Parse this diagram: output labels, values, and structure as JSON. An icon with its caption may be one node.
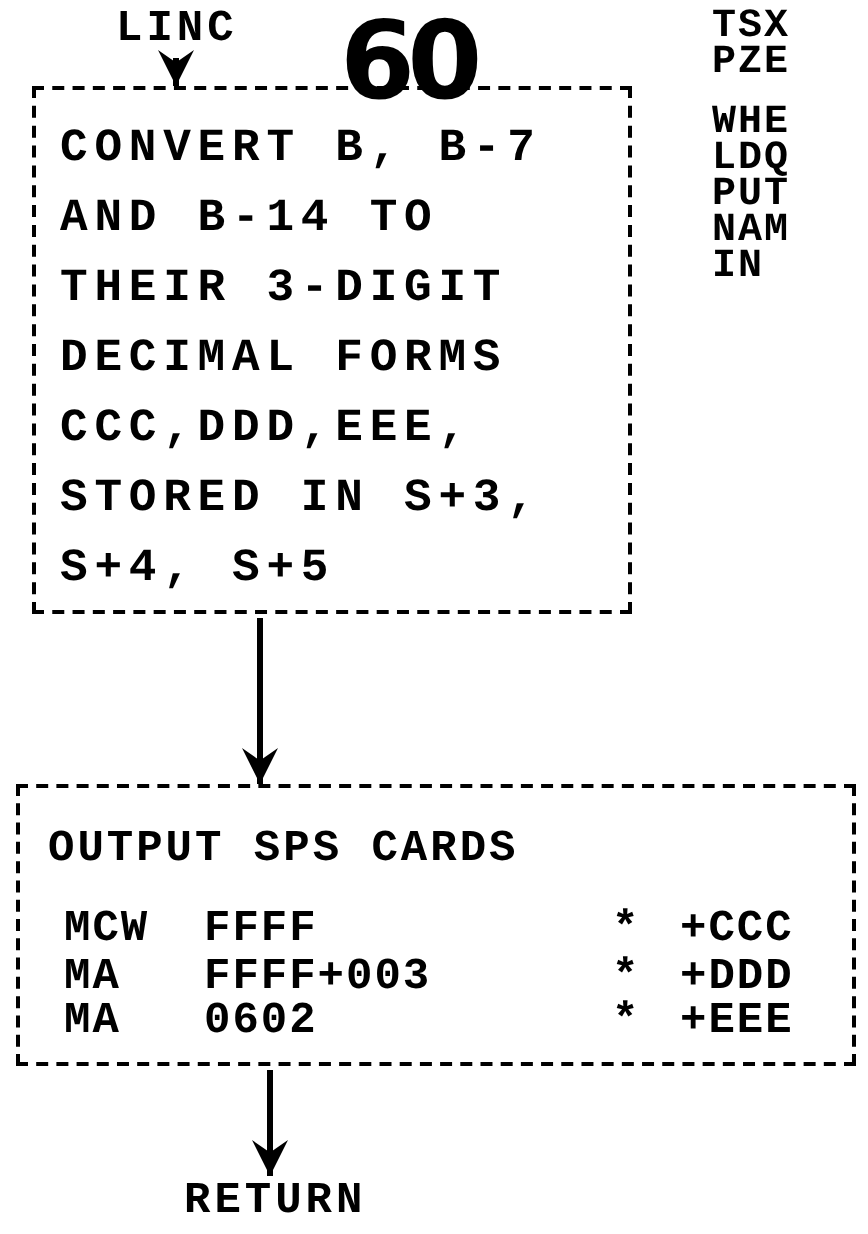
{
  "diagram": {
    "nodes": [
      {
        "text": [
          "LINC"
        ]
      },
      {
        "text": [
          "CONVERT B, B-7 AND B-14 TO THEIR 3-DIGIT DECIMAL FORMS CCC,DDD,EEE, STORED IN S+3, S+4, S+5"
        ]
      },
      {
        "text": [
          "OUTPUT SPS CARDS",
          "MCW",
          "FFFF",
          "*",
          "+CCC",
          "MA",
          "FFFF+003",
          "*",
          "+DDD",
          "MA",
          "0602",
          "*",
          "+EEE"
        ]
      },
      {
        "text": [
          "RETURN"
        ]
      }
    ],
    "edges": [
      {
        "from": 0,
        "to": 1,
        "arrow": "to"
      },
      {
        "from": 1,
        "to": 2,
        "arrow": "to"
      },
      {
        "from": 2,
        "to": 3,
        "arrow": "to"
      }
    ],
    "labels": [
      "60",
      "TSX",
      "PZE",
      "WHE",
      "LDQ",
      "PUT",
      "NAM",
      "IN"
    ]
  }
}
